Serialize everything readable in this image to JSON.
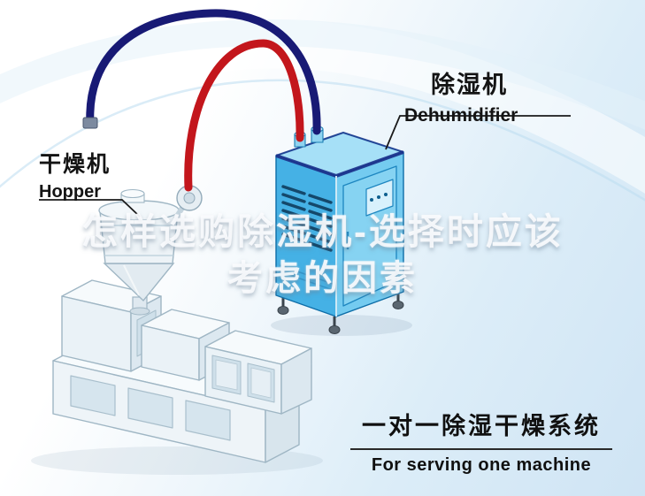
{
  "labels": {
    "hopper": {
      "zh": "干燥机",
      "en": "Hopper"
    },
    "dehumidifier": {
      "zh": "除湿机",
      "en": "Dehumidifier"
    }
  },
  "overlay_title": {
    "line1": "怎样选购除湿机-选择时应该",
    "line2": "考虑的因素"
  },
  "caption": {
    "zh": "一对一除湿干燥系统",
    "en": "For serving one machine"
  },
  "colors": {
    "hose_red": "#c3161c",
    "hose_navy": "#181a75",
    "cabinet_top": "#a6e0f7",
    "cabinet_front": "#45b1e5",
    "cabinet_side": "#74cbf0",
    "cabinet_trim": "#1b2f8a",
    "vent_slot": "#14486b",
    "leader_line": "#1a1a1a",
    "machine_fill": "#eef4f8",
    "machine_stroke": "#9fb6c4"
  }
}
